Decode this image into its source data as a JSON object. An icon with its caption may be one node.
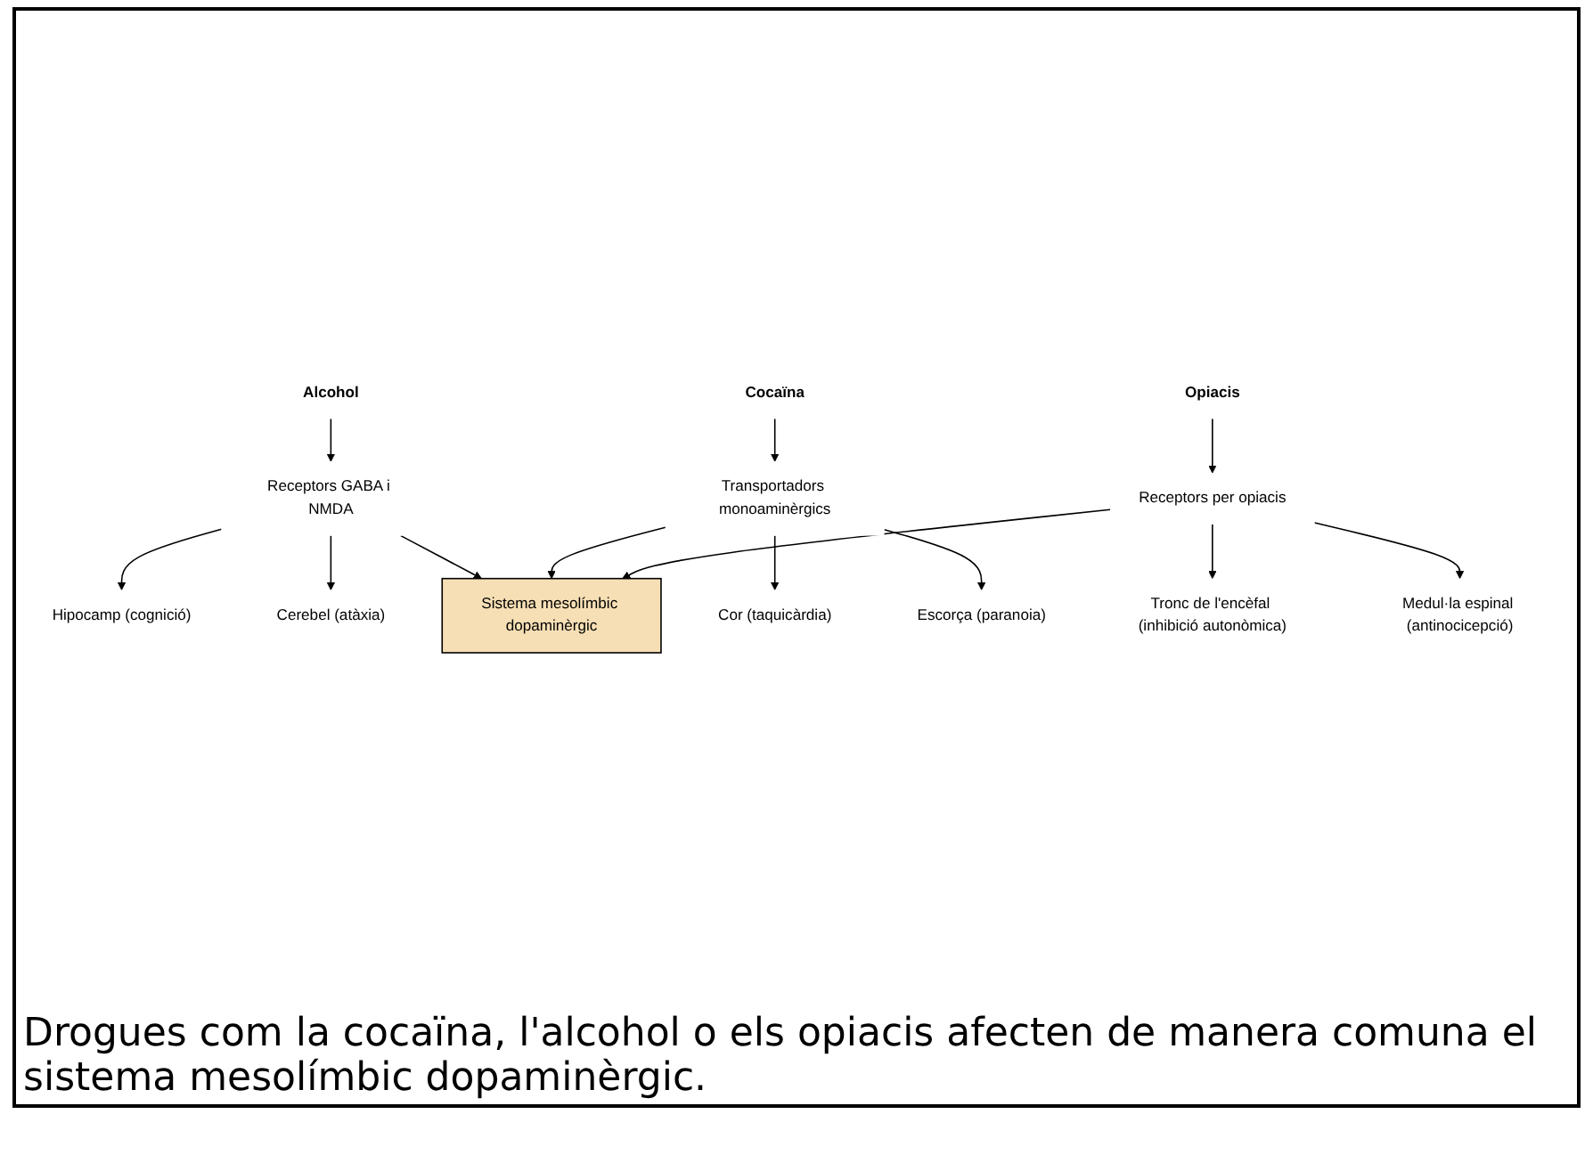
{
  "diagram": {
    "caption": "Drogues com la cocaïna, l'alcohol o els opiacis afecten de manera comuna el sistema mesolímbic dopaminèrgic.",
    "nodes": [
      {
        "text": [
          "Alcohol"
        ]
      },
      {
        "text": [
          "Cocaïna"
        ]
      },
      {
        "text": [
          "Receptors GABA i NMDA"
        ]
      },
      {
        "text": [
          "Transportadors monoaminèrgics"
        ]
      },
      {
        "text": [
          "Hipocamp (cognició)"
        ]
      },
      {
        "text": [
          "Cerebel (atàxia)"
        ]
      },
      {
        "text": [
          "Sistema mesolímbic dopaminèrgic"
        ]
      },
      {
        "text": [
          "Cor (taquicàrdia)"
        ]
      },
      {
        "text": [
          "Escorça (paranoia)"
        ]
      },
      {
        "text": [
          "Tronc de l'encèfal (inhibició autonòmica)"
        ]
      },
      {
        "text": [
          "Receptors per opiacis"
        ]
      },
      {
        "text": [
          "Medul·la espinal (antinocicepció)"
        ]
      },
      {
        "text": [
          "Opiacis"
        ]
      }
    ],
    "edges": [
      {
        "from": 0,
        "to": 2,
        "arrow": "to"
      },
      {
        "from": 1,
        "to": 3,
        "arrow": "to"
      },
      {
        "from": 2,
        "to": 4,
        "arrow": "to"
      },
      {
        "from": 2,
        "to": 5,
        "arrow": "to"
      },
      {
        "from": 2,
        "to": 6,
        "arrow": "to"
      },
      {
        "from": 3,
        "to": 6,
        "arrow": "to"
      },
      {
        "from": 3,
        "to": 7,
        "arrow": "to"
      },
      {
        "from": 3,
        "to": 8,
        "arrow": "to"
      },
      {
        "from": 10,
        "to": 6,
        "arrow": "to"
      },
      {
        "from": 10,
        "to": 9,
        "arrow": "to"
      },
      {
        "from": 10,
        "to": 11,
        "arrow": "to"
      },
      {
        "from": 12,
        "to": 10,
        "arrow": "to"
      }
    ]
  }
}
